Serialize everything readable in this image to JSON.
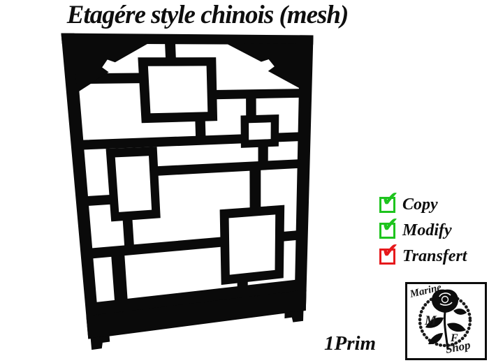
{
  "title": "Etagére style chinois (mesh)",
  "product": {
    "illustration": "etagere-chinese-style-black-shelf",
    "style": "chinese-lattice-display-shelf"
  },
  "permissions": [
    {
      "label": "Copy",
      "checked": true,
      "check_color": "#1ec41e"
    },
    {
      "label": "Modify",
      "checked": true,
      "check_color": "#1ec41e"
    },
    {
      "label": "Transfert",
      "checked": true,
      "check_color": "#e6191c"
    }
  ],
  "prim_label": "1Prim",
  "logo": {
    "name_top": "Marine",
    "initial_left": "M",
    "initial_right": "F",
    "name_bottom": "Shop"
  },
  "icons": {
    "check_glyph": "✔",
    "permission_checkbox": "checkbox-checked-icon",
    "rose": "rose-icon",
    "chain_ring": "chain-ring-icon"
  },
  "colors": {
    "background": "#ffffff",
    "shelf_black": "#0a0a0a",
    "text_black": "#0e0e0e",
    "check_green": "#1ec41e",
    "check_red": "#e6191c"
  }
}
